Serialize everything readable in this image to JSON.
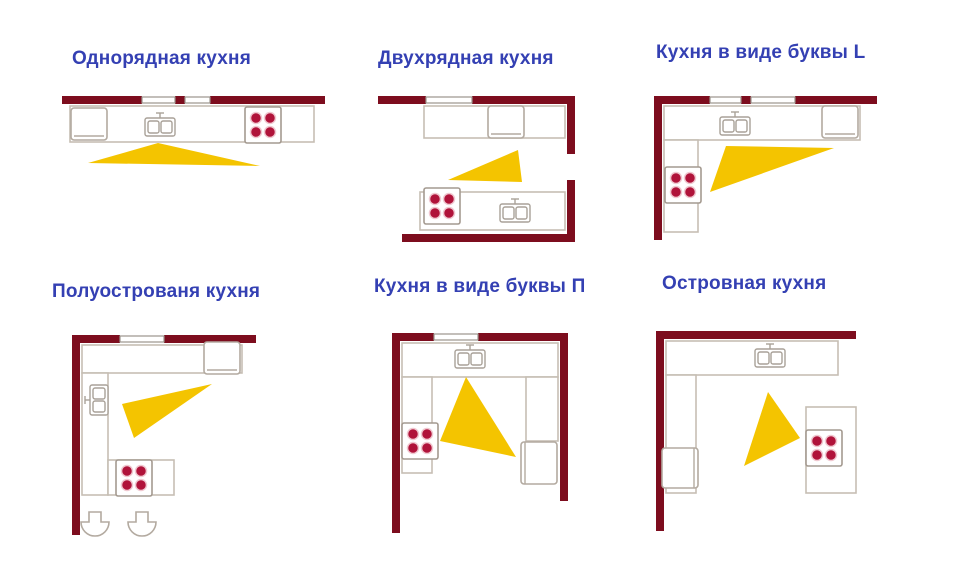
{
  "layouts": [
    {
      "id": "single-row",
      "title": "Однорядная кухня"
    },
    {
      "id": "double-row",
      "title": "Двухрядная кухня"
    },
    {
      "id": "l-shape",
      "title": "Кухня в виде буквы L"
    },
    {
      "id": "peninsula",
      "title": "Полуострованя кухня"
    },
    {
      "id": "u-shape",
      "title": "Кухня в виде буквы П"
    },
    {
      "id": "island",
      "title": "Островная кухня"
    }
  ],
  "colors": {
    "title_text": "#3440b3",
    "wall": "#7d0d1e",
    "work_triangle": "#f4c400",
    "burner": "#b0133a",
    "counter_outline": "#c6beb4"
  },
  "icons": [
    "sink-icon",
    "stove-icon",
    "fridge-icon",
    "window-icon",
    "chair-icon",
    "work-triangle"
  ]
}
